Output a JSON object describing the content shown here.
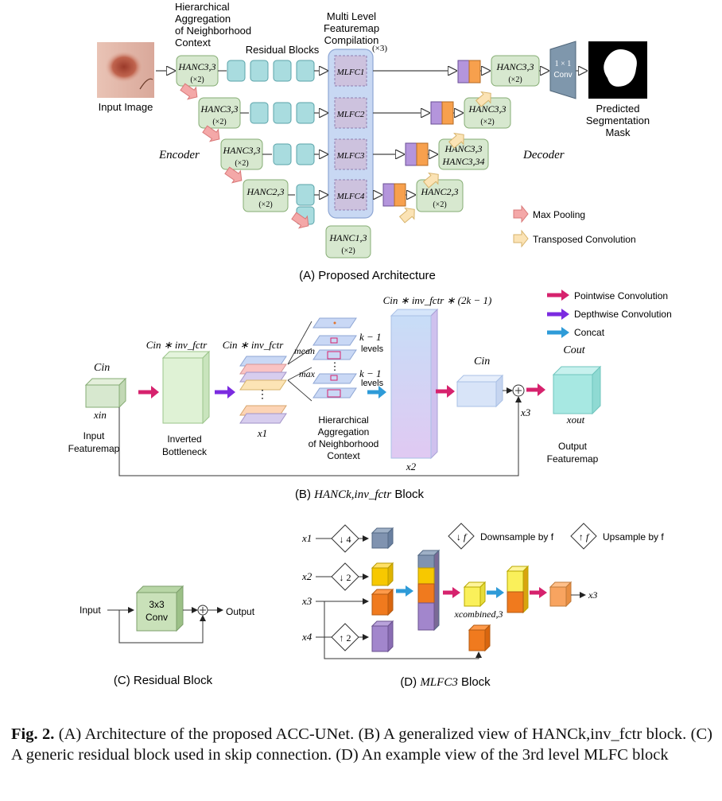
{
  "panelA": {
    "title": "(A) Proposed Architecture",
    "input_label": "Input Image",
    "hanc_label_l1": "Hierarchical",
    "hanc_label_l2": "Aggregation",
    "hanc_label_l3": "of Neighborhood",
    "hanc_label_l4": "Context",
    "residual_label": "Residual Blocks",
    "mlfc_label_l1": "Multi Level",
    "mlfc_label_l2": "Featuremap",
    "mlfc_label_l3": "Compilation",
    "mlfc_repeat": "(×3)",
    "encoder_label": "Encoder",
    "decoder_label": "Decoder",
    "enc1": "HANC3,3",
    "enc1_rep": "(×2)",
    "enc2": "HANC3,3",
    "enc2_rep": "(×2)",
    "enc3": "HANC3,3",
    "enc3_rep": "(×2)",
    "enc4": "HANC2,3",
    "enc4_rep": "(×2)",
    "bottleneck": "HANC1,3",
    "bottleneck_rep": "(×2)",
    "mlfc1": "MLFC1",
    "mlfc2": "MLFC2",
    "mlfc3": "MLFC3",
    "mlfc4": "MLFC4",
    "dec1": "HANC3,3",
    "dec1_rep": "(×2)",
    "dec2": "HANC3,3",
    "dec2_rep": "(×2)",
    "dec3_a": "HANC3,3",
    "dec3_b": "HANC3,34",
    "dec4": "HANC2,3",
    "dec4_rep": "(×2)",
    "conv_label_top": "1 × 1",
    "conv_label_bottom": "Conv",
    "output_l1": "Predicted",
    "output_l2": "Segmentation",
    "output_l3": "Mask",
    "legend_maxpool": "Max Pooling",
    "legend_tconv": "Transposed Convolution"
  },
  "panelB": {
    "title_prefix": "(B) ",
    "title_math": "HANCk,inv_fctr",
    "title_suffix": " Block",
    "legend_pw": "Pointwise Convolution",
    "legend_dw": "Depthwise Convolution",
    "legend_concat": "Concat",
    "cin": "Cin",
    "xin": "xin",
    "input_l1": "Input",
    "input_l2": "Featuremap",
    "cinv": "Cin ∗ inv_fctr",
    "inv_l1": "Inverted",
    "inv_l2": "Bottleneck",
    "cinv2": "Cin ∗ inv_fctr",
    "x1": "x1",
    "mean": "mean",
    "max": "max",
    "k1_top": "k − 1",
    "levels_top": "levels",
    "k1_bot": "k − 1",
    "levels_bot": "levels",
    "hanc_l1": "Hierarchical",
    "hanc_l2": "Aggregation",
    "hanc_l3": "of Neighborhood",
    "hanc_l4": "Context",
    "big_label": "Cin ∗ inv_fctr ∗ (2k − 1)",
    "x2": "x2",
    "cin2": "Cin",
    "x3": "x3",
    "cout": "Cout",
    "xout": "xout",
    "output_l1": "Output",
    "output_l2": "Featuremap"
  },
  "panelC": {
    "title": "(C) Residual Block",
    "input": "Input",
    "conv_l1": "3x3",
    "conv_l2": "Conv",
    "output": "Output"
  },
  "panelD": {
    "title_prefix": "(D) ",
    "title_math": "MLFC3",
    "title_suffix": " Block",
    "x1": "x1",
    "x2": "x2",
    "x3": "x3",
    "x4": "x4",
    "down4": "↓ 4",
    "down2": "↓ 2",
    "up2": "↑ 2",
    "legend_down": "Downsample by f",
    "legend_up": "Upsample by f",
    "legend_down_sym": "↓ f",
    "legend_up_sym": "↑ f",
    "combined": "xcombined,3",
    "out": "x3"
  },
  "caption": {
    "fig": "Fig. 2.",
    "text": " (A) Architecture of the proposed ACC-UNet. (B) A generalized view of HANCk,inv_fctr block. (C) A generic residual block used in skip connection. (D) An example view of the 3rd level MLFC block"
  },
  "colors": {
    "hanc_fill": "#d7e8cf",
    "hanc_stroke": "#86ad74",
    "res_fill": "#a9dcdf",
    "res_stroke": "#5aa3a9",
    "mlfc_fill": "#c6d6f2",
    "mlfc_inner": "#c9bfdc",
    "maxpool": "#f4a8a8",
    "tconv": "#fbe3b5",
    "pointwise": "#d6226d",
    "depthwise": "#7b2be0",
    "concat": "#2e9bd8",
    "purple": "#b495dc",
    "orange": "#f7a04d"
  }
}
